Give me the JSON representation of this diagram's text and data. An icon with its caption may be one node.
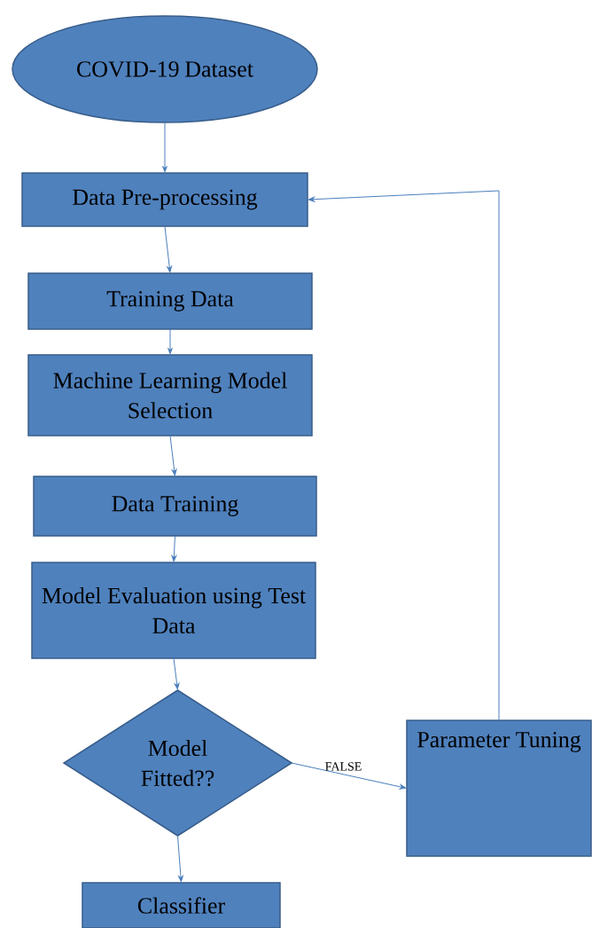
{
  "diagram": {
    "nodes": [
      {
        "text": [
          "COVID-19 Dataset"
        ]
      },
      {
        "text": [
          "Data Pre-processing"
        ]
      },
      {
        "text": [
          "Training Data"
        ]
      },
      {
        "text": [
          "Machine Learning Model Selection"
        ]
      },
      {
        "text": [
          "Data Training"
        ]
      },
      {
        "text": [
          "Model Evaluation using Test Data"
        ]
      },
      {
        "text": [
          "Model Fitted??"
        ]
      },
      {
        "text": [
          "Parameter Tuning"
        ]
      },
      {
        "text": [
          "Classifier"
        ]
      }
    ],
    "edges": [
      {
        "from": 0,
        "to": 1,
        "arrow": "to"
      },
      {
        "from": 1,
        "to": 2,
        "arrow": "to"
      },
      {
        "from": 2,
        "to": 3,
        "arrow": "to"
      },
      {
        "from": 3,
        "to": 4,
        "arrow": "to"
      },
      {
        "from": 4,
        "to": 5,
        "arrow": "to"
      },
      {
        "from": 5,
        "to": 6,
        "arrow": "to"
      },
      {
        "from": 6,
        "to": 7,
        "arrow": "to",
        "label": "FALSE"
      },
      {
        "from": 7,
        "to": 1,
        "arrow": "to"
      },
      {
        "from": 6,
        "to": 8,
        "arrow": "to"
      }
    ]
  }
}
